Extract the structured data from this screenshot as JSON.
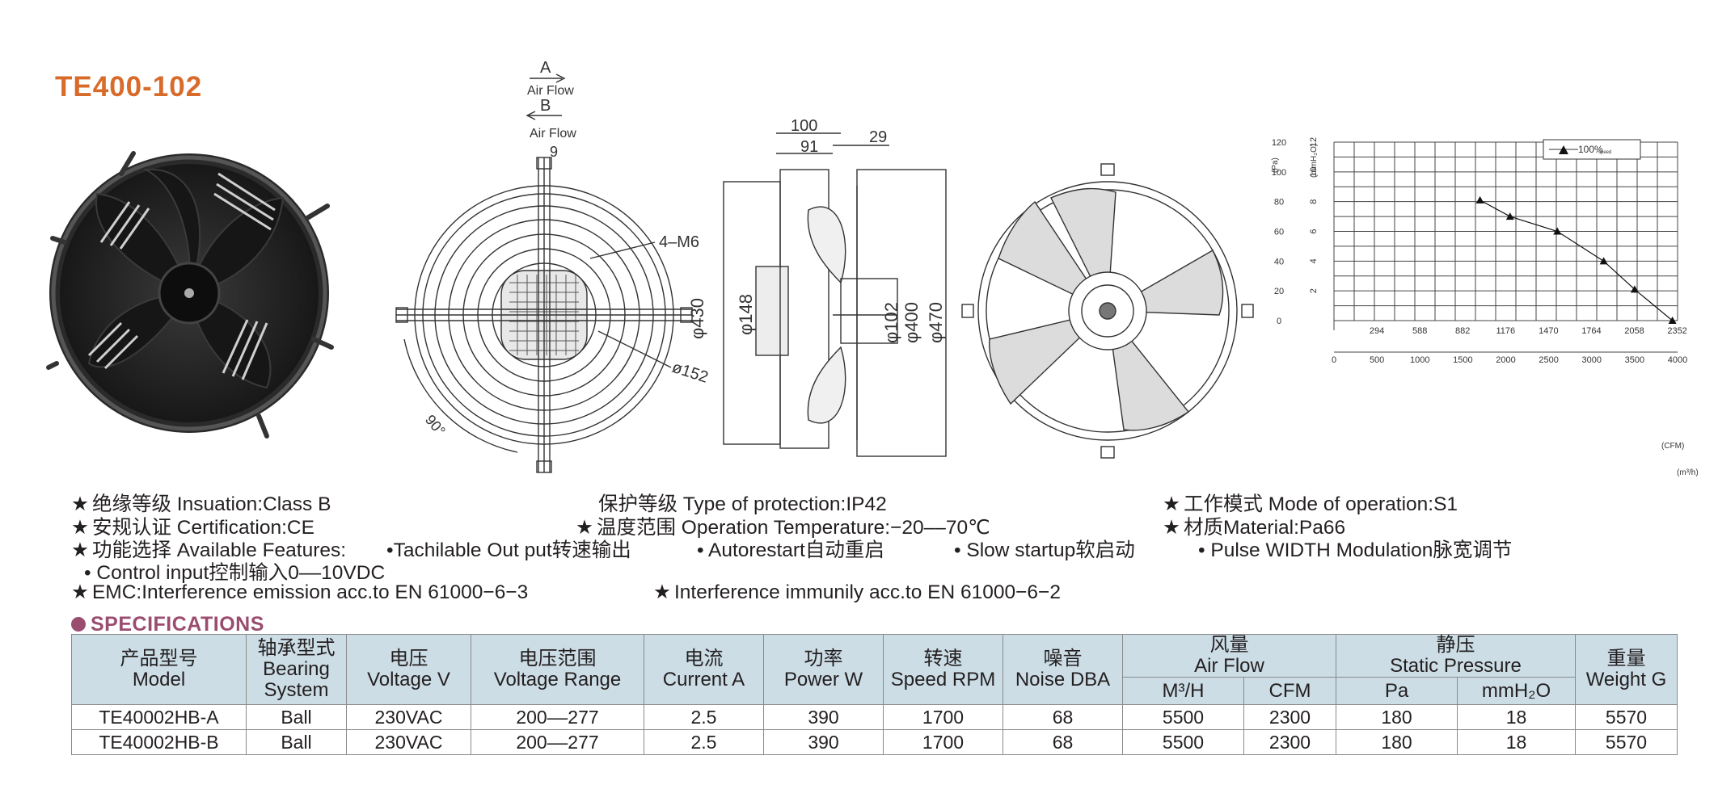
{
  "title": "TE400-102",
  "drawing": {
    "arrow_a": "A",
    "arrow_b": "B",
    "airflow_a": "Air  Flow",
    "airflow_b": "Air  Flow",
    "dim_9": "9",
    "dim_m6": "4–M6",
    "dim_152": "ø152",
    "dim_90": "90°",
    "dim_100": "100",
    "dim_91": "91",
    "dim_29": "29",
    "dim_430": "φ430",
    "dim_148": "φ148",
    "dim_102": "φ102",
    "dim_400": "φ400",
    "dim_470": "φ470"
  },
  "chart_data": {
    "type": "line",
    "y_left_label": "(Pa)",
    "y_right_label": "(mmH₂O)",
    "x_label_cfm": "(CFM)",
    "x_label_m3h": "(m³/h)",
    "y_pa_ticks": [
      "120",
      "100",
      "80",
      "60",
      "40",
      "20",
      "0"
    ],
    "y_mmh2o_ticks": [
      "12",
      "10",
      "8",
      "6",
      "4",
      "2"
    ],
    "x_cfm_ticks": [
      "294",
      "588",
      "882",
      "1176",
      "1470",
      "1764",
      "2058",
      "2352"
    ],
    "x_m3h_ticks": [
      "0",
      "500",
      "1000",
      "1500",
      "2000",
      "2500",
      "3000",
      "3500",
      "4000"
    ],
    "xlim_m3h": [
      0,
      4000
    ],
    "ylim_pa": [
      0,
      120
    ],
    "grid": true,
    "legend_position": "top-right",
    "series": [
      {
        "name": "100%",
        "name_suffix": "speed",
        "points": [
          {
            "x": 1700,
            "y": 81
          },
          {
            "x": 2050,
            "y": 70
          },
          {
            "x": 2600,
            "y": 60
          },
          {
            "x": 3140,
            "y": 40
          },
          {
            "x": 3500,
            "y": 21
          },
          {
            "x": 3940,
            "y": 0
          }
        ]
      }
    ]
  },
  "features": {
    "f1": "绝缘等级 Insuation:Class B",
    "f2": "保护等级 Type of protection:IP42",
    "f3": "工作模式 Mode of operation:S1",
    "f4": "安规认证 Certification:CE",
    "f5": "温度范围 Operation Temperature:−20––70℃",
    "f6": "材质Material:Pa66",
    "f7": "功能选择 Available Features:",
    "f7a": "•Tachilable Out put转速输出",
    "f7b": "• Autorestart自动重启",
    "f7c": "• Slow startup软启动",
    "f7d": "• Pulse WIDTH Modulation脉宽调节",
    "f8": "•  Control input控制输入0––10VDC",
    "f9": "EMC:Interference emission acc.to EN 61000−6−3",
    "f10": "Interference immunily acc.to EN 61000−6−2"
  },
  "specs": {
    "heading": "SPECIFICATIONS",
    "headers": {
      "model_cn": "产品型号",
      "model_en": "Model",
      "bearing_cn": "轴承型式",
      "bearing_en1": "Bearing",
      "bearing_en2": "System",
      "voltage_cn": "电压",
      "voltage_en": "Voltage V",
      "vrange_cn": "电压范围",
      "vrange_en": "Voltage Range",
      "current_cn": "电流",
      "current_en": "Current A",
      "power_cn": "功率",
      "power_en": "Power W",
      "speed_cn": "转速",
      "speed_en": "Speed RPM",
      "noise_cn": "噪音",
      "noise_en": "Noise DBA",
      "airflow_cn": "风量",
      "airflow_en": "Air Flow",
      "m3h": "M³/H",
      "cfm": "CFM",
      "static_cn": "静压",
      "static_en": "Static Pressure",
      "pa": "Pa",
      "mmh2o": "mmH₂O",
      "weight_cn": "重量",
      "weight_en": "Weight G"
    },
    "rows": [
      [
        "TE40002HB-A",
        "Ball",
        "230VAC",
        "200––277",
        "2.5",
        "390",
        "1700",
        "68",
        "5500",
        "2300",
        "180",
        "18",
        "5570"
      ],
      [
        "TE40002HB-B",
        "Ball",
        "230VAC",
        "200––277",
        "2.5",
        "390",
        "1700",
        "68",
        "5500",
        "2300",
        "180",
        "18",
        "5570"
      ]
    ]
  }
}
